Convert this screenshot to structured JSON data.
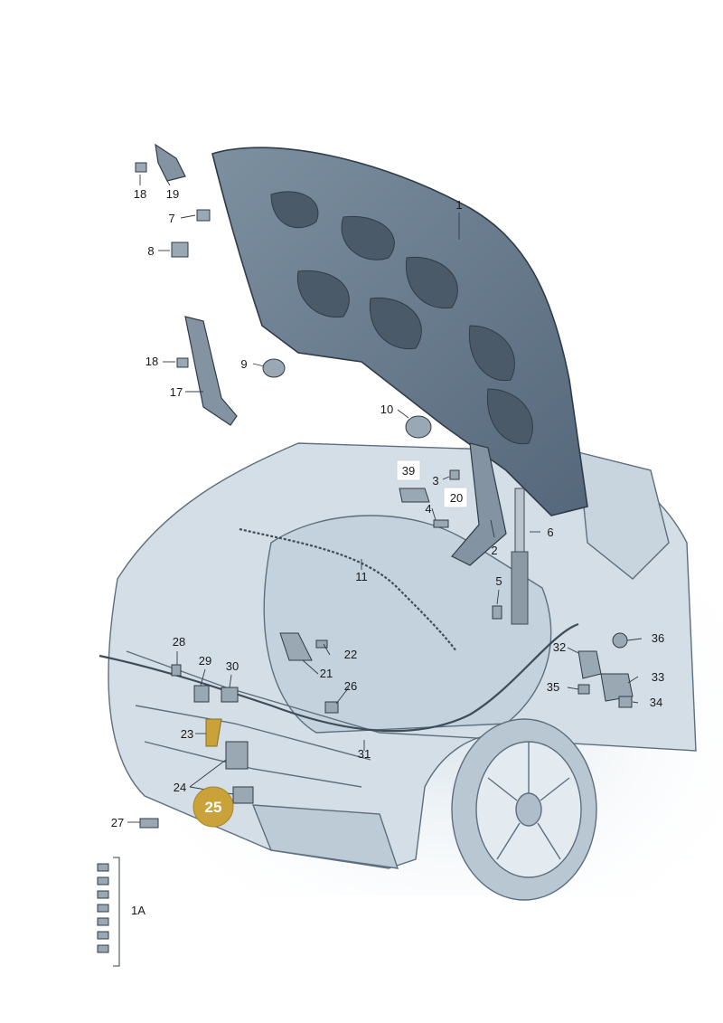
{
  "diagram": {
    "labels": {
      "l1": "1",
      "l1A": "1A",
      "l2": "2",
      "l3": "3",
      "l4": "4",
      "l5": "5",
      "l6": "6",
      "l7": "7",
      "l8": "8",
      "l9": "9",
      "l10": "10",
      "l11": "11",
      "l17": "17",
      "l18a": "18",
      "l18b": "18",
      "l19": "19",
      "l20": "20",
      "l21": "21",
      "l22": "22",
      "l23": "23",
      "l24": "24",
      "l25": "25",
      "l26": "26",
      "l27": "27",
      "l28": "28",
      "l29": "29",
      "l30": "30",
      "l31": "31",
      "l32": "32",
      "l33": "33",
      "l34": "34",
      "l35": "35",
      "l36": "36",
      "l39": "39"
    },
    "colors": {
      "hood_fill": "#6b7e8f",
      "hood_dark": "#4a5a68",
      "body_fill": "#cfdbe4",
      "body_line": "#5d6f7e",
      "background_tint": "#dde7ee",
      "highlight": "#c9a23a",
      "badge": "#c9a23a"
    }
  }
}
